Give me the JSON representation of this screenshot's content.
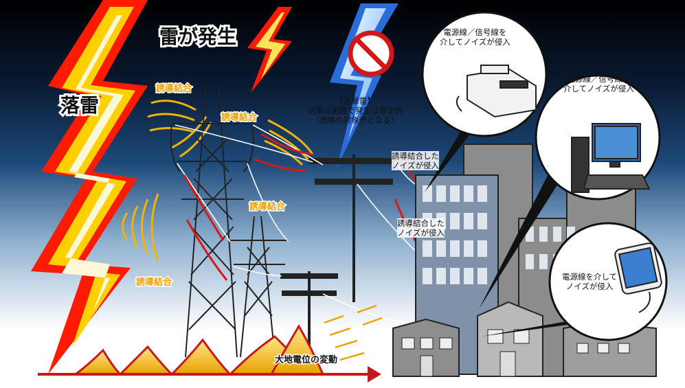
{
  "labels": {
    "rakurai": "落雷",
    "kaminari_hassei": "雷が発生",
    "yudo_1": "誘導結合",
    "yudo_2": "誘導結合",
    "yudo_3": "誘導結合",
    "yudo_4": "誘導結合",
    "daichi": "大地電位の変動",
    "chokugeki_title": "【直撃雷】",
    "chokugeki_line1": "対策は困難で発生は限定的",
    "chokugeki_line2": "（規格の対象外となる）",
    "noise_bldg_1_line1": "誘導結合した",
    "noise_bldg_1_line2": "ノイズが侵入",
    "noise_bldg_2_line1": "誘導結合した",
    "noise_bldg_2_line2": "ノイズが侵入",
    "fax_line1": "電源線／信号線を",
    "fax_line2": "介してノイズが侵入",
    "pc_line1": "電源線／信号線を",
    "pc_line2": "介してノイズが侵入",
    "phone_line1": "電源線を介して",
    "phone_line2": "ノイズが侵入"
  },
  "colors": {
    "sky_top": "#000000",
    "sky_mid": "#1d4a7a",
    "sky_bottom": "#ffffff",
    "bolt_outer": "#ff1a00",
    "bolt_mid": "#ffd400",
    "bolt_inner": "#fffbe0",
    "arrow_red": "#d81818",
    "arrow_yellow": "#ffd000",
    "ground": "#c8181a",
    "building_blue": "#7f92a9",
    "building_gray": "#a0a0a0"
  }
}
